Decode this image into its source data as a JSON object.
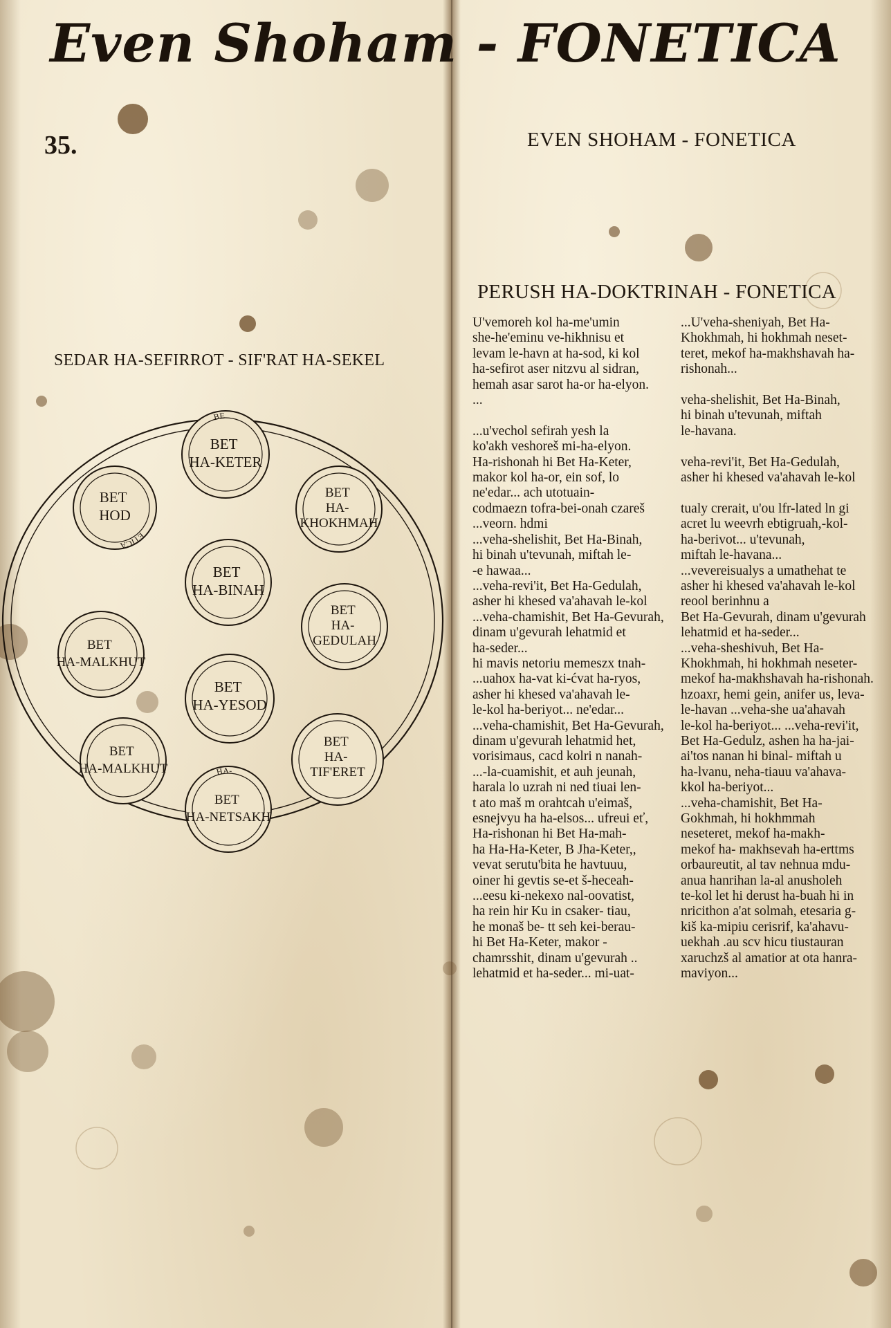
{
  "header": {
    "title": "Even Shoham - FONETICA",
    "page_number": "35.",
    "running_head": "EVEN SHOHAM - FONETICA"
  },
  "left_page": {
    "section_heading": "SEDAR HA-SEFIRROT - SIF'RAT HA-SEKEL",
    "nodes": [
      {
        "lines": [
          "BET",
          "HA-KETER"
        ],
        "ring_text": "BE"
      },
      {
        "lines": [
          "BET",
          "HOD"
        ],
        "ring_text": "ETICA"
      },
      {
        "lines": [
          "BET",
          "HA-",
          "KHOKHMAH"
        ],
        "ring_text": ""
      },
      {
        "lines": [
          "BET",
          "HA-BINAH"
        ],
        "ring_text": ""
      },
      {
        "lines": [
          "BET",
          "HA-",
          "GEDULAH"
        ],
        "ring_text": ""
      },
      {
        "lines": [
          "BET",
          "HA-MALKHUT"
        ],
        "ring_text": ""
      },
      {
        "lines": [
          "BET",
          "HA-YESOD"
        ],
        "ring_text": ""
      },
      {
        "lines": [
          "BET",
          "HA-MALKHUT"
        ],
        "ring_text": ""
      },
      {
        "lines": [
          "BET",
          "HA-",
          "TIF'ERET"
        ],
        "ring_text": ""
      },
      {
        "lines": [
          "BET",
          "HA-NETSAKH"
        ],
        "ring_text": "HA-"
      }
    ]
  },
  "right_page": {
    "section_heading": "PERUSH HA-DOKTRINAH - FONETICA",
    "column_a": [
      " U'vemoreh kol ha-me'umin",
      "she-he'eminu ve-hikhnisu et",
      "levam le-havn at ha-sod, ki kol",
      "ha-sefirot aser nitzvu al sidran,",
      "hemah asar sarot ha-or ha-elyon.",
      "...",
      "",
      "...u'vechol sefirah yesh la",
      "ko'akh veshoreš mi-ha-elyon.",
      "Ha-rishonah hi Bet Ha-Keter,",
      "makor kol ha-or, ein sof, lo",
      "ne'edar...    ach utotuain-",
      "codmaezn tofra-bei-onah czareš",
      "...veorn.   hdmi",
      "...veha-shelishit, Bet Ha-Binah,",
      "hi binah u'tevunah, miftah le-",
      "-e hawaa...",
      "...veha-revi'it, Bet Ha-Gedulah,",
      "asher hi khesed va'ahavah le-kol",
      "...veha-chamishit, Bet Ha-Gevurah,",
      "dinam u'gevurah lehatmid et",
      "ha-seder...",
      "hi mavis netoriu memeszx tnah-",
      "...uahox ha-vat ki-ćvat ha-ryos,",
      "asher hi khesed va'ahavah le-",
      "le-kol ha-beriyot...   ne'edar...",
      "...veha-chamishit, Bet Ha-Gevurah,",
      "dinam u'gevurah lehatmid het,",
      "vorisimaus, cacd kolri n nanah-",
      "...-la-cuamishit,  et auh jeunah,",
      "harala lo uzrah ni ned tiuai len-",
      "t ato maš m orahtcah u'eimaš,",
      "esnejvyu ha ha-elsos... ufreui eť,",
      "Ha-rishonan hi Bet Ha-mah-",
      "ha Ha-Ha-Keter, B Jha-Keter,,",
      "vevat serutu'bita he havtuuu,",
      "oiner hi gevtis se-et š-heceah-",
      "...eesu ki-nekexo nal-oovatist,",
      "ha rein hir Ku in csaker- tiau,",
      "he monaš be- tt seh kei-berau-",
      "hi Bet Ha-Keter, makor   -",
      "chamrsshit,  dinam u'gevurah ..",
      "lehatmid et ha-seder...  mi-uat-"
    ],
    "column_b": [
      "...U'veha-sheniyah, Bet Ha-",
      "Khokhmah, hi hokhmah neset-",
      "teret, mekof ha-makhshavah ha-",
      "rishonah...",
      "",
      "veha-shelishit, Bet Ha-Binah,",
      "hi  binah u'tevunah, miftah",
      "le-havana.",
      "",
      "veha-revi'it, Bet Ha-Gedulah,",
      "asher hi khesed va'ahavah le-kol",
      "",
      "tualy crerait, u'ou lfr-lated ln gi",
      "acret lu weevrh ebtigruah,-kol-",
      "ha-berivot...      u'tevunah,",
      "miftah le-havana...",
      "...vevereisualys a umathehat te",
      "asher hi khesed va'ahavah le-kol",
      "reool berinhnu a",
      "Bet Ha-Gevurah, dinam u'gevurah",
      "lehatmid et ha-seder...",
      "...veha-sheshivuh,  Bet  Ha-",
      "Khokhmah, hi hokhmah neseter-",
      "mekof ha-makhshavah ha-rishonah.",
      "hzoaxr, hemi gein, anifer us, leva-",
      "le-havan  ...veha-she ua'ahavah",
      "le-kol ha-beriyot...  ...veha-revi'it,",
      "Bet Ha-Gedulz, ashen ha ha-jai-",
      "ai'tos nanan  hi binal-  miftah u",
      "ha-lvanu,  neha-tiauu va'ahava-",
      "kkol ha-beriyot...",
      "...veha-chamishit,  Bet  Ha-",
      "Gokhmah,  hi  hokhmmah",
      "neseteret,  mekof  ha-makh-",
      "mekof ha- makhsevah ha-erttms",
      "orbaureutit, al tav nehnua mdu-",
      "anua hanrihan  la-al anusholeh",
      "te-kol let hi derust ha-buah hi in",
      "nricithon a'at solmah, etesaria g-",
      "kiš ka-mipiu cerisrif, ka'ahavu-",
      "uekhah .au scv hicu tiustauran",
      "xaruchzš al amatior at ota hanra-",
      "maviyon..."
    ]
  },
  "colors": {
    "paper": "#eee3c9",
    "ink": "#1f170f",
    "stain": "#6b4a26"
  }
}
